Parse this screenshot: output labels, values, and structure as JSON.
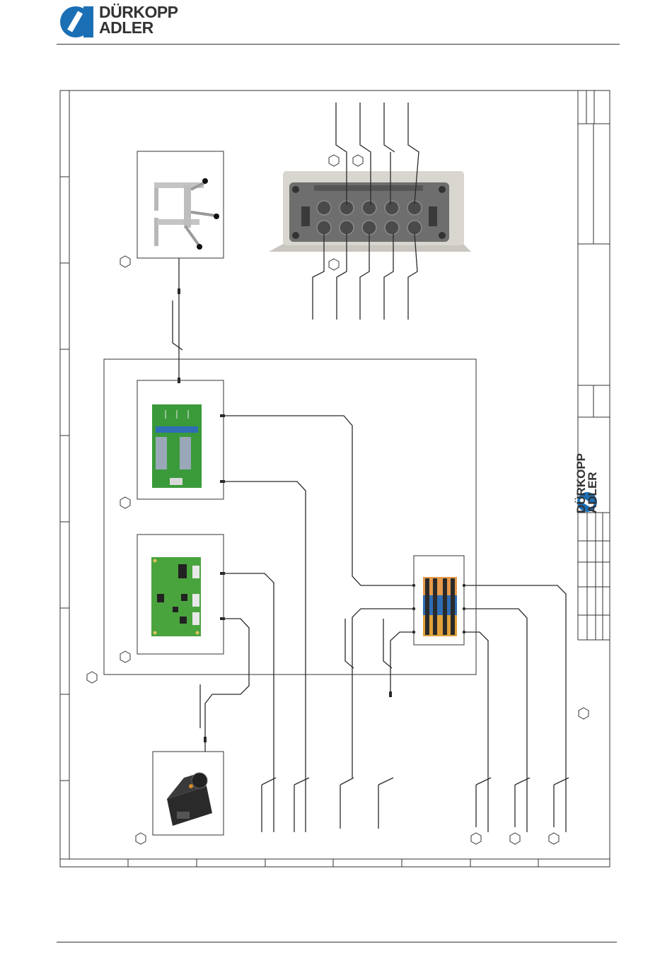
{
  "brand": {
    "line1": "DÜRKOPP",
    "line2": "ADLER",
    "color": "#1b6fb5"
  },
  "colors": {
    "line": "#2a2a2a",
    "frame": "#333333",
    "pcb_green": "#3a9a3a",
    "housing_grey": "#d8d6cf",
    "housing_dark": "#6e6e6e",
    "terminal_blue": "#2f6db5",
    "terminal_orange": "#e0a23a"
  },
  "icons": [
    "table-frame-image",
    "motor-control-board-image",
    "io-board-image",
    "sensor-image",
    "connector-housing-image",
    "terminal-block-image"
  ]
}
